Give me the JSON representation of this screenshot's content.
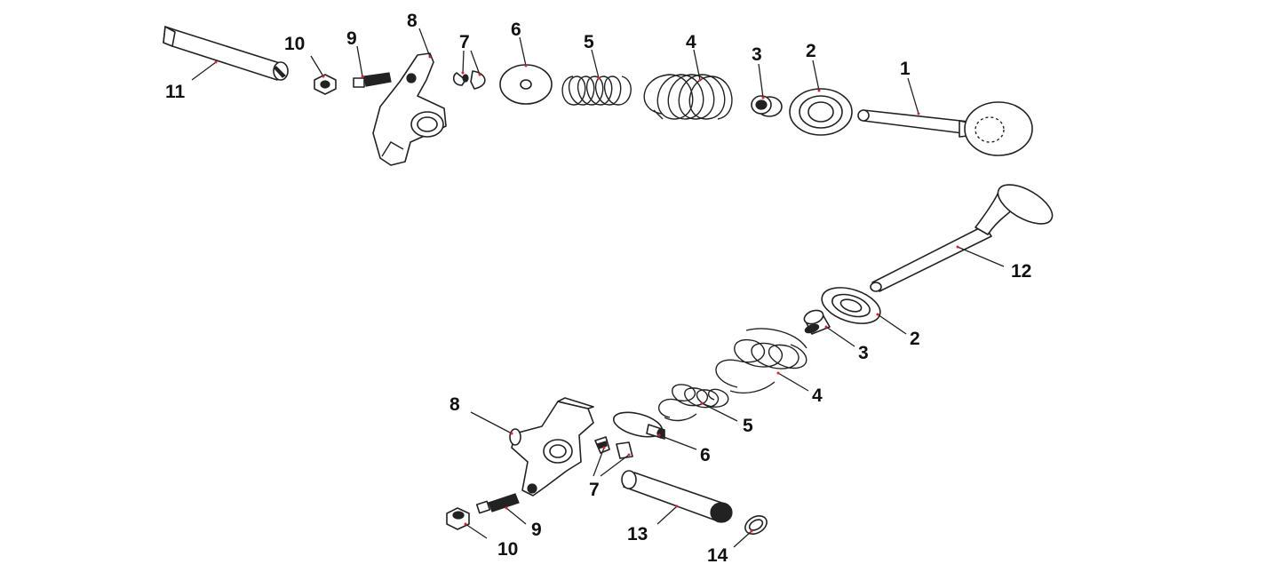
{
  "callouts": {
    "top": {
      "n1": "1",
      "n2": "2",
      "n3": "3",
      "n4": "4",
      "n5": "5",
      "n6": "6",
      "n7": "7",
      "n8": "8",
      "n9": "9",
      "n10": "10",
      "n11": "11"
    },
    "bottom": {
      "n2": "2",
      "n3": "3",
      "n4": "4",
      "n5": "5",
      "n6": "6",
      "n7": "7",
      "n8": "8",
      "n9": "9",
      "n10": "10",
      "n12": "12",
      "n13": "13",
      "n14": "14"
    }
  }
}
